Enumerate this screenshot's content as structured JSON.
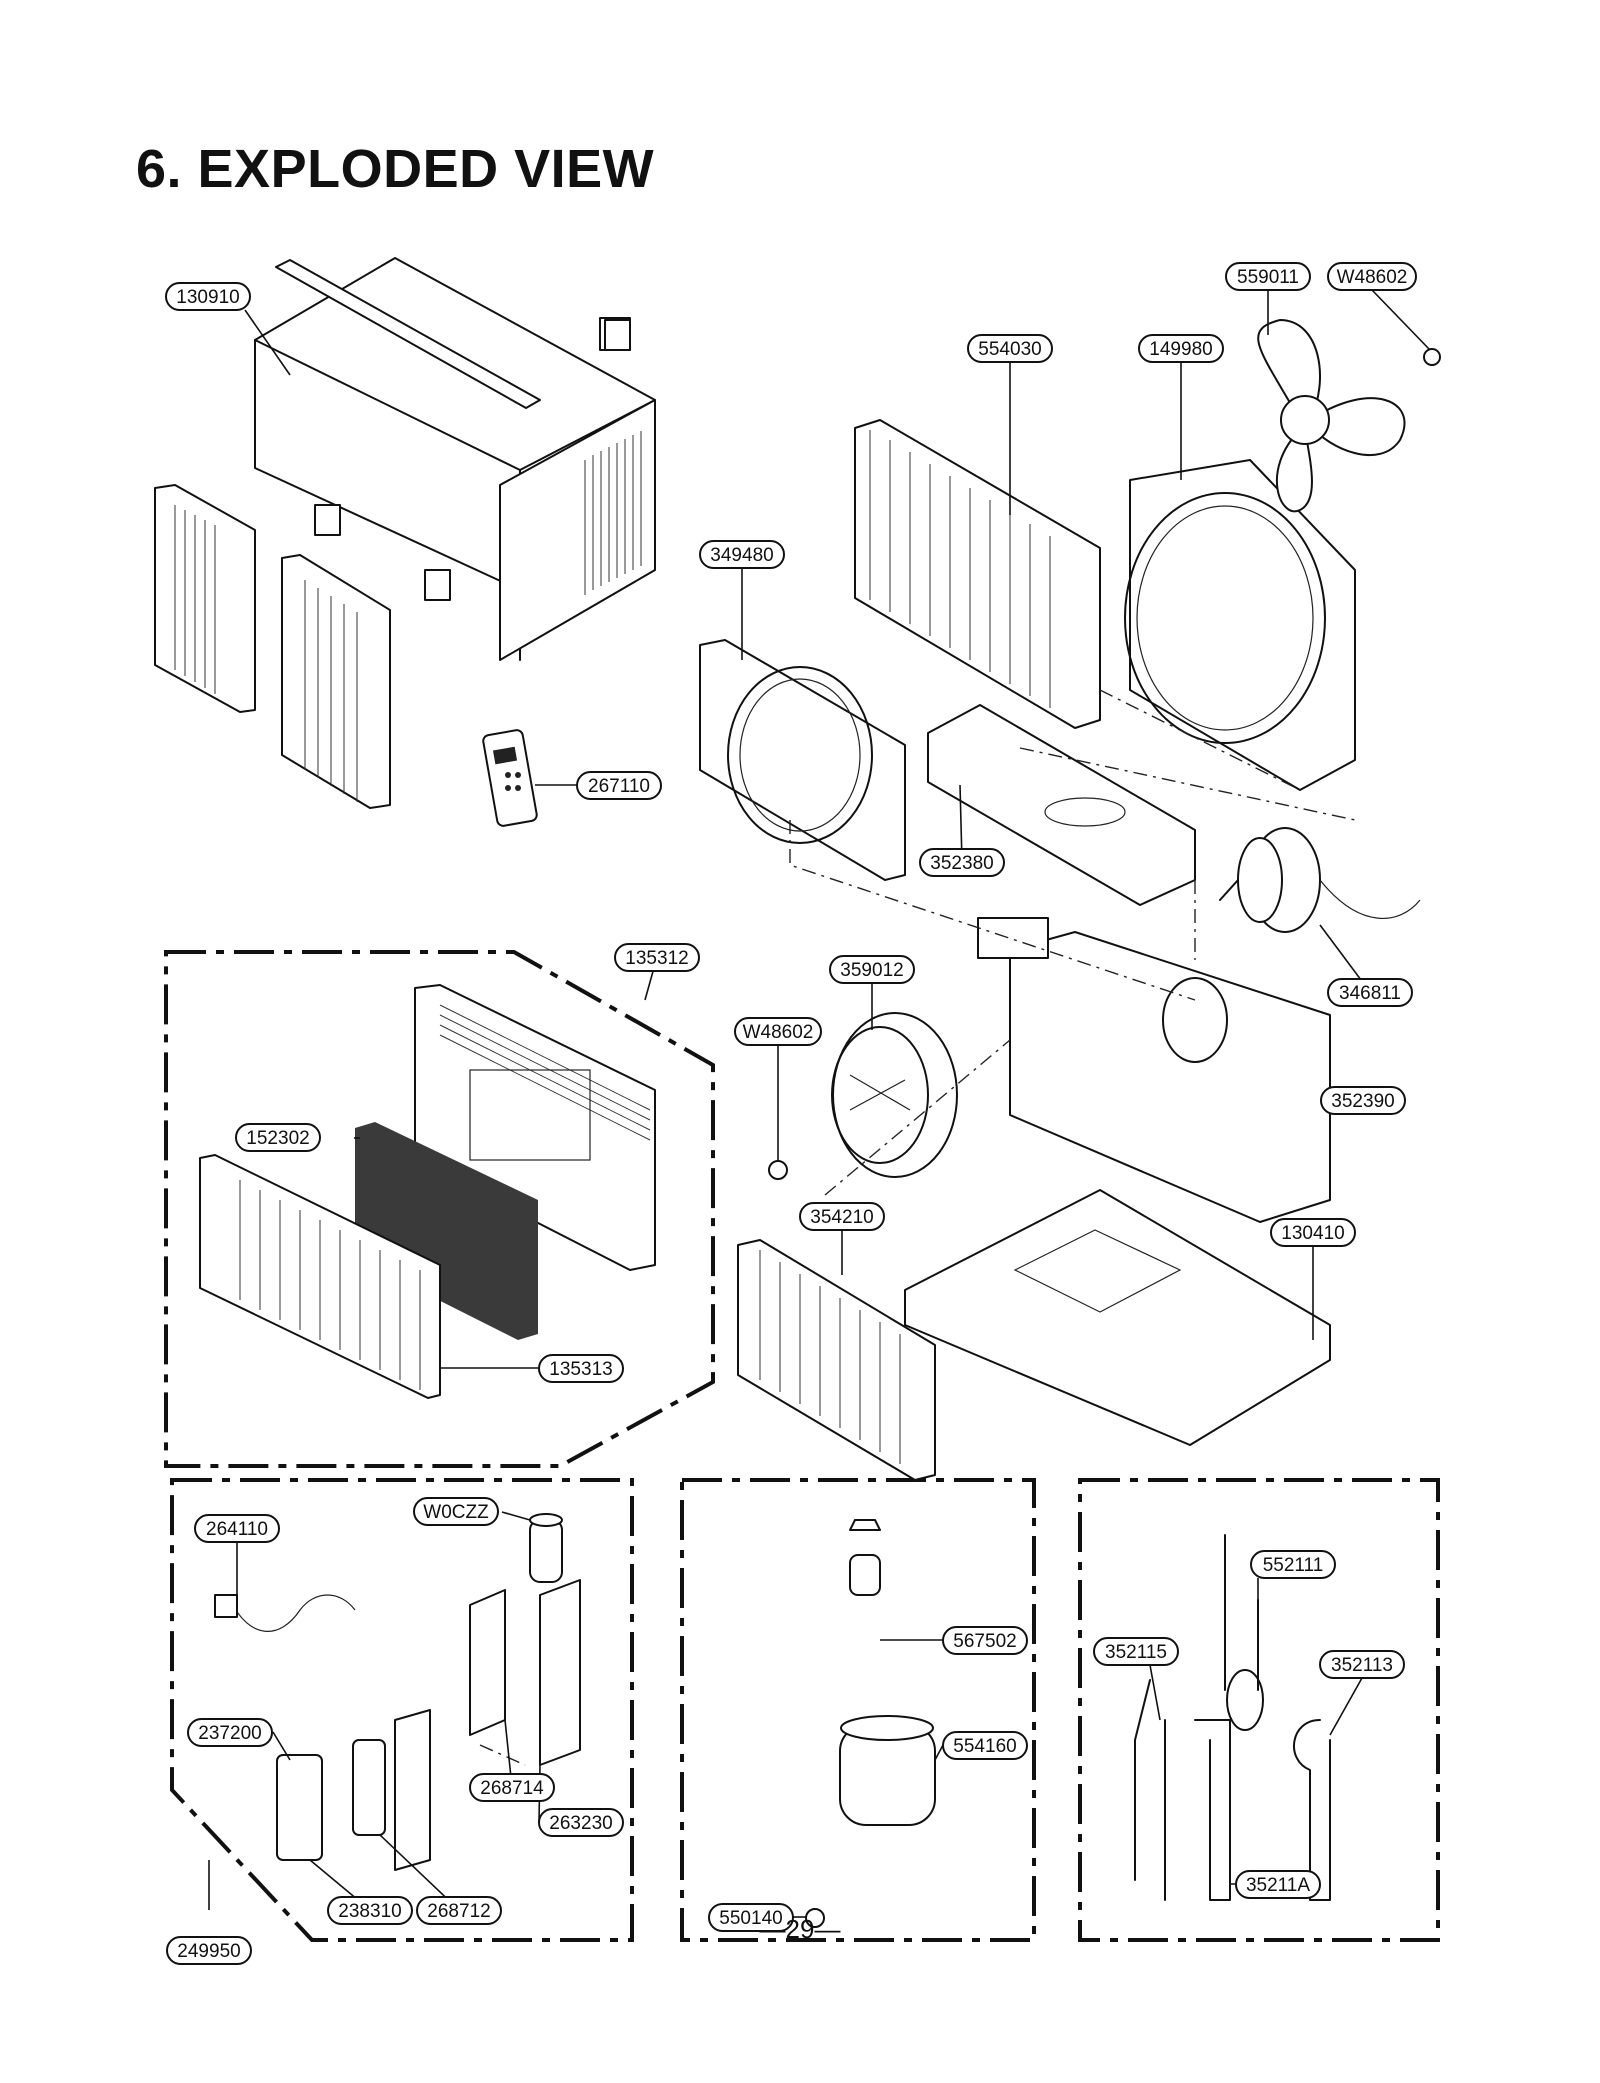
{
  "title": "6. EXPLODED VIEW",
  "page_number": "—29—",
  "callouts": {
    "c130910": "130910",
    "c559011": "559011",
    "cW48602a": "W48602",
    "c554030": "554030",
    "c149980": "149980",
    "c349480": "349480",
    "c267110": "267110",
    "c352380": "352380",
    "c346811": "346811",
    "c135312": "135312",
    "c359012": "359012",
    "cW48602b": "W48602",
    "c352390": "352390",
    "c152302": "152302",
    "c354210": "354210",
    "c130410": "130410",
    "c135313": "135313",
    "c264110": "264110",
    "cW0CZZ": "W0CZZ",
    "c237200": "237200",
    "c268714": "268714",
    "c263230": "263230",
    "c238310": "238310",
    "c268712": "268712",
    "c249950": "249950",
    "c567502": "567502",
    "c554160": "554160",
    "c550140": "550140",
    "c552111": "552111",
    "c352115": "352115",
    "c352113": "352113",
    "c35211A": "35211A"
  }
}
